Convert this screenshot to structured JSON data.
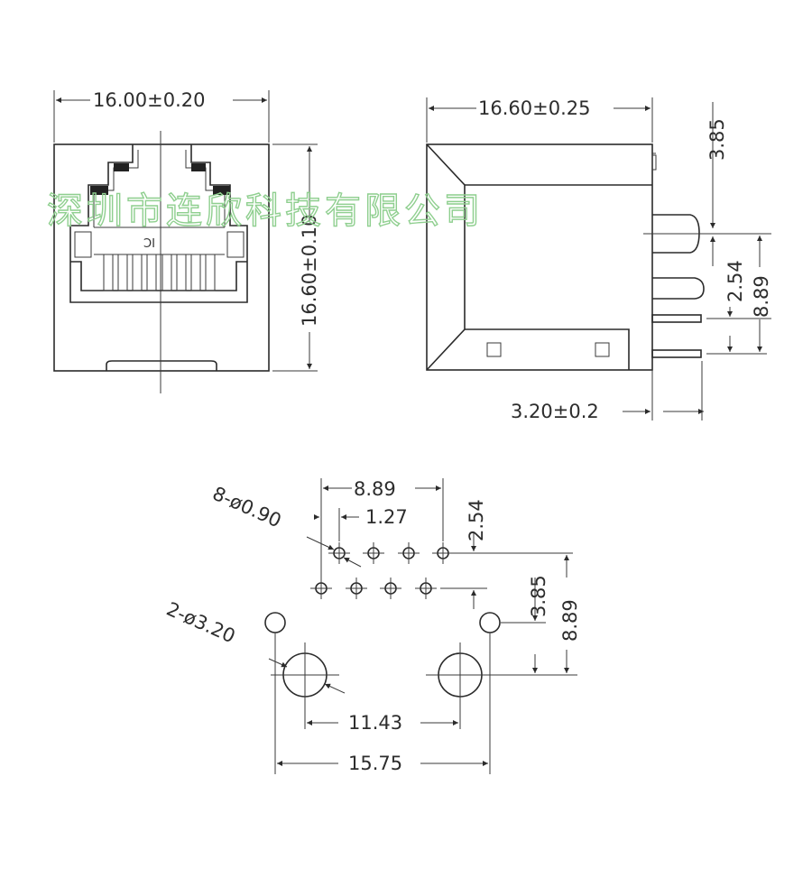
{
  "watermark": "深圳市连欣科技有限公司",
  "front_view": {
    "width_dim": "16.00±0.20",
    "height_dim": "16.60±0.10",
    "ic_mark": "IC"
  },
  "side_view": {
    "depth_dim": "16.60±0.25",
    "dim_385": "3.85",
    "dim_254": "2.54",
    "dim_889": "8.89",
    "pin_len_dim": "3.20±0.2"
  },
  "footprint": {
    "pin_span": "8.89",
    "pin_pitch": "1.27",
    "row_spacing": "2.54",
    "pin_holes": "8-ø0.90",
    "peg_holes": "2-ø3.20",
    "dim_385": "3.85",
    "dim_889": "8.89",
    "peg_spacing": "11.43",
    "overall_width": "15.75"
  }
}
